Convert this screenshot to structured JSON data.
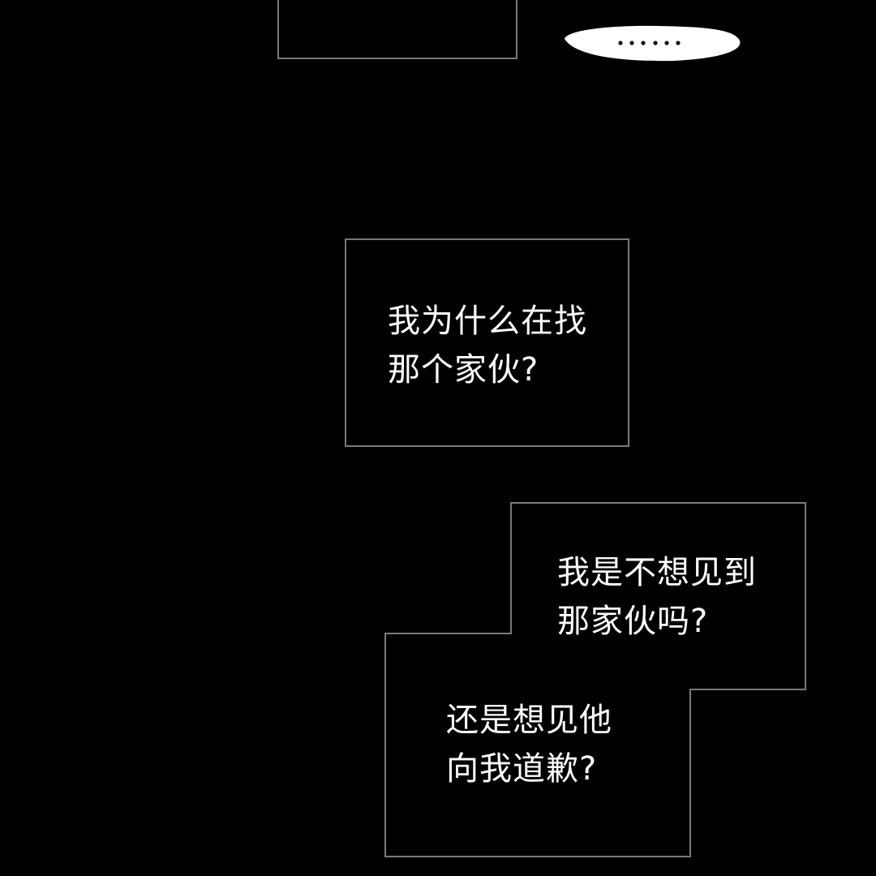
{
  "speech_bubble": {
    "text": "……"
  },
  "captions": [
    {
      "lines": [
        "我为什么在找",
        "那个家伙?"
      ]
    },
    {
      "lines": [
        "我是不想见到",
        "那家伙吗?"
      ]
    },
    {
      "lines": [
        "还是想见他",
        "向我道歉?"
      ]
    }
  ],
  "colors": {
    "background": "#000000",
    "border": "#7a7a7a",
    "text": "#ffffff"
  }
}
